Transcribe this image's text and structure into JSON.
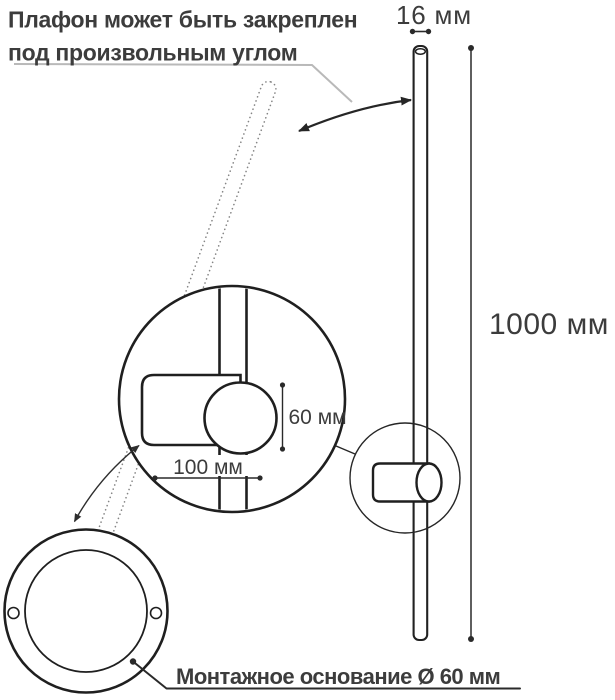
{
  "diagram_title": "wall-lamp-dimension-diagram",
  "note_rotation": {
    "line1": "Плафон может быть закреплен",
    "line2": "под произвольным углом"
  },
  "dimensions": {
    "tube_diameter": "16 мм",
    "tube_length": "1000 мм",
    "mount_height": "60 мм",
    "mount_length": "100 мм"
  },
  "note_base": "Монтажное основание Ø 60 мм",
  "colors": {
    "background": "#ffffff",
    "text": "#3c3c3c",
    "line": "#262626",
    "outline": "#1f1f1f",
    "leader_gray": "#b9b9b9",
    "dashed_outline": "#858585"
  }
}
